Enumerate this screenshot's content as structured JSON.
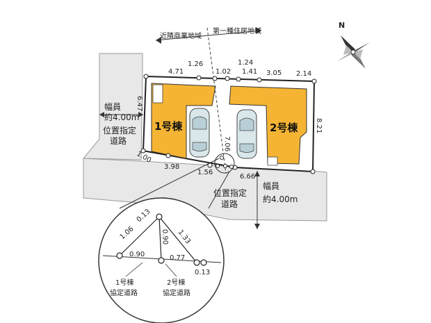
{
  "compass": {
    "label": "N"
  },
  "zones": {
    "left": "近隣商業地域",
    "right": "第一種住居地域"
  },
  "houses": {
    "house1": "1号棟",
    "house2": "2号棟"
  },
  "roads": {
    "west_width": [
      "幅員",
      "約4.00m"
    ],
    "west_type": [
      "位置指定",
      "道路"
    ],
    "south_width": [
      "幅員",
      "約4.00m"
    ],
    "south_type": [
      "位置指定",
      "道路"
    ]
  },
  "dimensions": {
    "d_471": "4.71",
    "d_126": "1.26",
    "d_102": "1.02",
    "d_124": "1.24",
    "d_141": "1.41",
    "d_305": "3.05",
    "d_214": "2.14",
    "d_647": "6.47",
    "d_821": "8.21",
    "d_706": "7.06",
    "d_100": "1.00",
    "d_398": "3.98",
    "d_156": "1.56",
    "d_666": "6.66"
  },
  "detail": {
    "d_106": "1.06",
    "d_013a": "0.13",
    "d_133": "1.33",
    "d_090a": "0.90",
    "d_090b": "0.90",
    "d_077": "0.77",
    "d_013b": "0.13",
    "label1": [
      "1号棟",
      "協定道路"
    ],
    "label2": [
      "2号棟",
      "協定道路"
    ]
  }
}
